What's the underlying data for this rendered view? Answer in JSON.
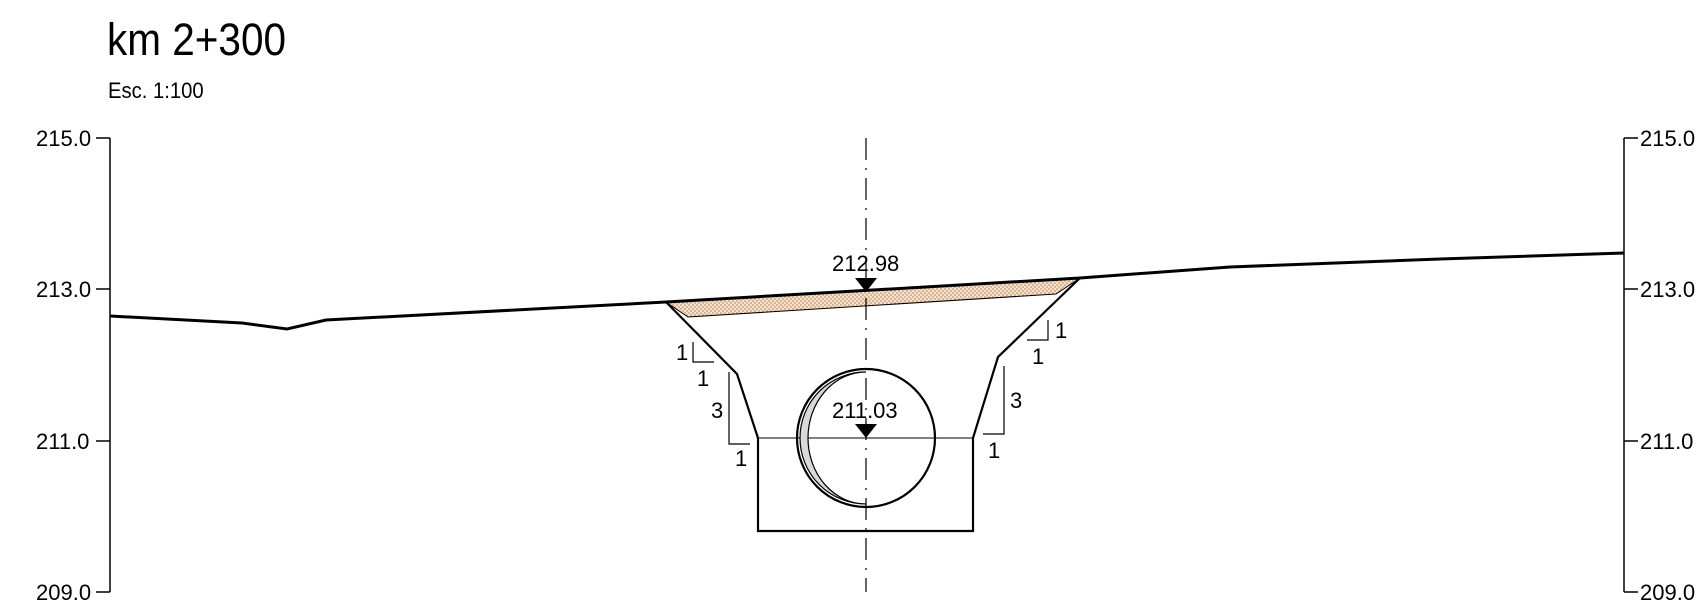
{
  "title": "km 2+300",
  "scale_label": "Esc. 1:100",
  "elevation_ticks": [
    "215.0",
    "213.0",
    "211.0",
    "209.0"
  ],
  "annotations": {
    "top_level": "212.98",
    "pipe_level": "211.03",
    "left_upper_slope": {
      "rise": "1",
      "run": "1"
    },
    "left_lower_slope": {
      "rise": "3",
      "run": "1"
    },
    "right_upper_slope": {
      "rise": "1",
      "run": "1"
    },
    "right_lower_slope": {
      "rise": "3",
      "run": "1"
    }
  },
  "colors": {
    "line": "#000000",
    "fill_hatch": "#e8c9a8",
    "pipe_shade": "#d9d9d9"
  }
}
